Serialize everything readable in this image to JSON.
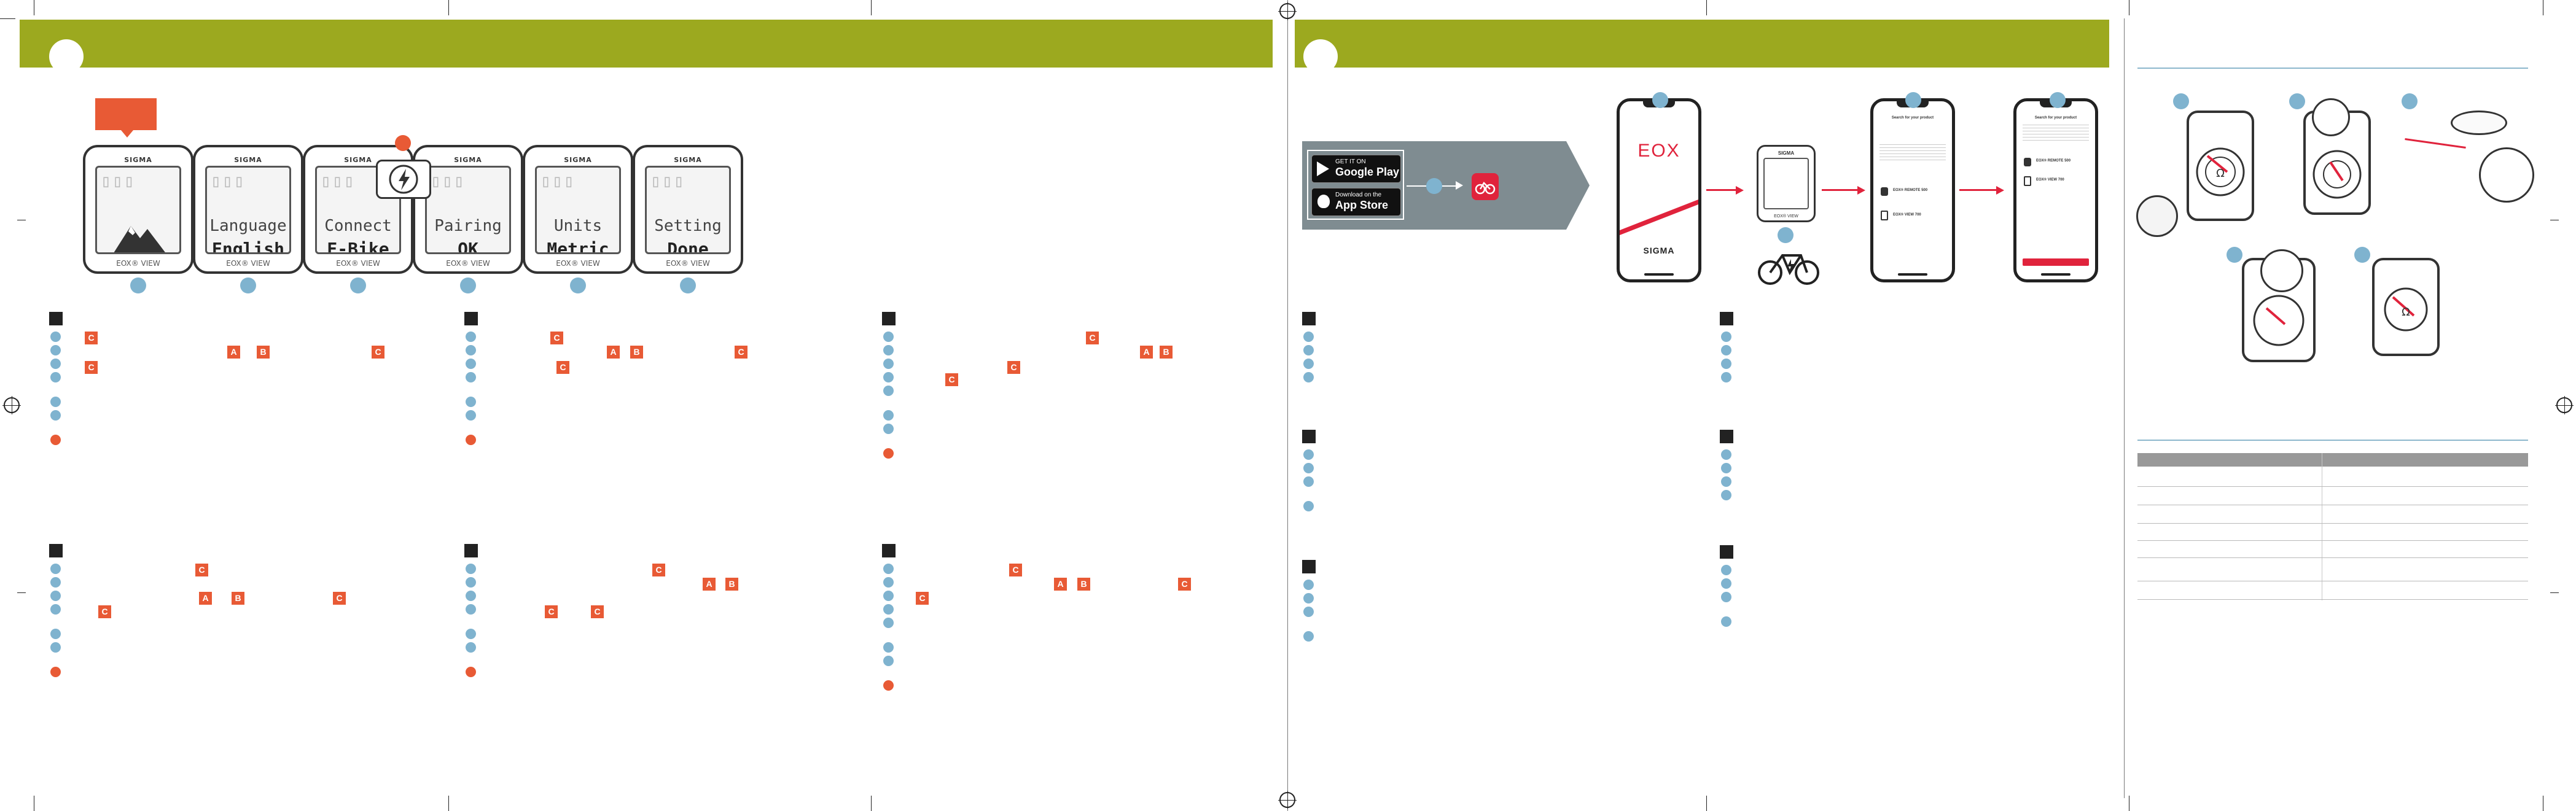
{
  "colors": {
    "band": "#9ca91f",
    "accent_orange": "#e85a35",
    "bullet_blue": "#7fb3cf",
    "arrow_red": "#e0402a",
    "sigma_red": "#e0233c",
    "grey_panel": "#7f8c91"
  },
  "devices": [
    {
      "brand": "SIGMA",
      "line1": "",
      "line2": "",
      "model": "EOX® VIEW",
      "icon": "mountain-icon"
    },
    {
      "brand": "SIGMA",
      "line1": "Language",
      "line2": "English",
      "model": "EOX® VIEW"
    },
    {
      "brand": "SIGMA",
      "line1": "Connect",
      "line2": "E-Bike",
      "model": "EOX® VIEW"
    },
    {
      "brand": "SIGMA",
      "line1": "Pairing",
      "line2": "OK",
      "model": "EOX® VIEW"
    },
    {
      "brand": "SIGMA",
      "line1": "Units",
      "line2": "Metric",
      "model": "EOX® VIEW"
    },
    {
      "brand": "SIGMA",
      "line1": "Setting",
      "line2": "Done",
      "model": "EOX® VIEW"
    }
  ],
  "tags": {
    "a": "A",
    "b": "B",
    "c": "C"
  },
  "stores": {
    "google_top": "GET IT ON",
    "google_name": "Google Play",
    "apple_top": "Download on the",
    "apple_name": "App Store"
  },
  "app": {
    "logo_text": "EOX",
    "sigma_text": "SIGMA"
  },
  "phone3": {
    "title": "Search for your product",
    "item1": "EOX® REMOTE 500",
    "item2": "EOX® VIEW 700"
  },
  "phone4": {
    "title": "Search for your product",
    "item1": "EOX® REMOTE 500",
    "item2": "EOX® VIEW 700"
  },
  "bike_device": {
    "brand": "SIGMA",
    "model": "EOX® VIEW"
  }
}
